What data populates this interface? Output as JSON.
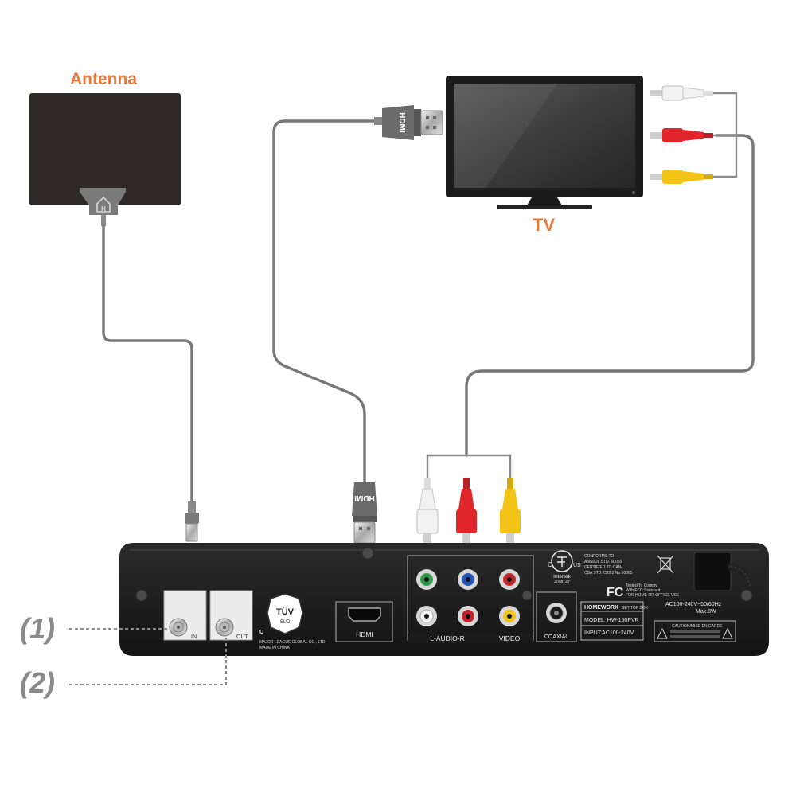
{
  "labels": {
    "antenna": "Antenna",
    "tv": "TV",
    "callout_1": "(1)",
    "callout_2": "(2)"
  },
  "box": {
    "port_in": "IN",
    "port_out": "OUT",
    "tuv_mark": "TÜV",
    "tuv_sub": "SÜD",
    "c_mark": "C",
    "maker_line1": "MAJOR LEAGUE GLOBAL CO., LTD",
    "maker_line2": "MADE IN CHINA",
    "hdmi_port": "HDMI",
    "audio_label": "L-AUDIO-R",
    "video_label": "VIDEO",
    "coaxial_label": "COAXIAL",
    "intertek": "Intertek",
    "intertek_no": "4008147",
    "etl_c": "C",
    "etl_us": "US",
    "conform_1": "CONFORMS TO",
    "conform_2": "ANSI/UL STD. 60065",
    "conform_3": "CERTIFIED TO CAN/",
    "conform_4": "CSA STD. C22.2 No.60065",
    "fc_mark": "FC",
    "fcc_1": "Tested To Comply",
    "fcc_2": "With FCC Standard",
    "fcc_3": "FOR HOME OR OFFICE USE",
    "brand": "HOMEWORX",
    "device_type": "SET TOP BOX",
    "model": "MODEL: HW-150PVR",
    "input": "INPUT:AC100-240V",
    "power_rating": "AC100-240V~50/60Hz",
    "power_max": "Max.8W",
    "caution": "CAUTION/MISE EN GARDE"
  },
  "cables": {
    "hdmi_plug_text": "HDMI"
  },
  "colors": {
    "label_orange": "#e87a3f",
    "cable_gray": "#777777",
    "rca_white": "#f2f2f2",
    "rca_red": "#e0262b",
    "rca_yellow": "#f3c318",
    "box_body": "#1b1b1b"
  }
}
